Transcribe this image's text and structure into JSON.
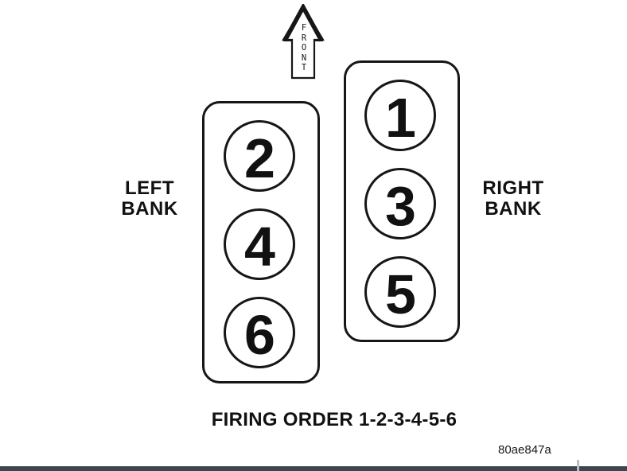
{
  "diagram": {
    "front_label": "FRONT",
    "banks": {
      "left": {
        "label": "LEFT\nBANK",
        "cylinders": [
          "2",
          "4",
          "6"
        ]
      },
      "right": {
        "label": "RIGHT\nBANK",
        "cylinders": [
          "1",
          "3",
          "5"
        ]
      }
    },
    "firing_order": "FIRING ORDER 1-2-3-4-5-6",
    "figure_code": "80ae847a",
    "colors": {
      "background": "#ffffff",
      "line": "#161616",
      "bottom_bar": "#3e454d",
      "scroll_tick": "#b5bfca"
    }
  }
}
